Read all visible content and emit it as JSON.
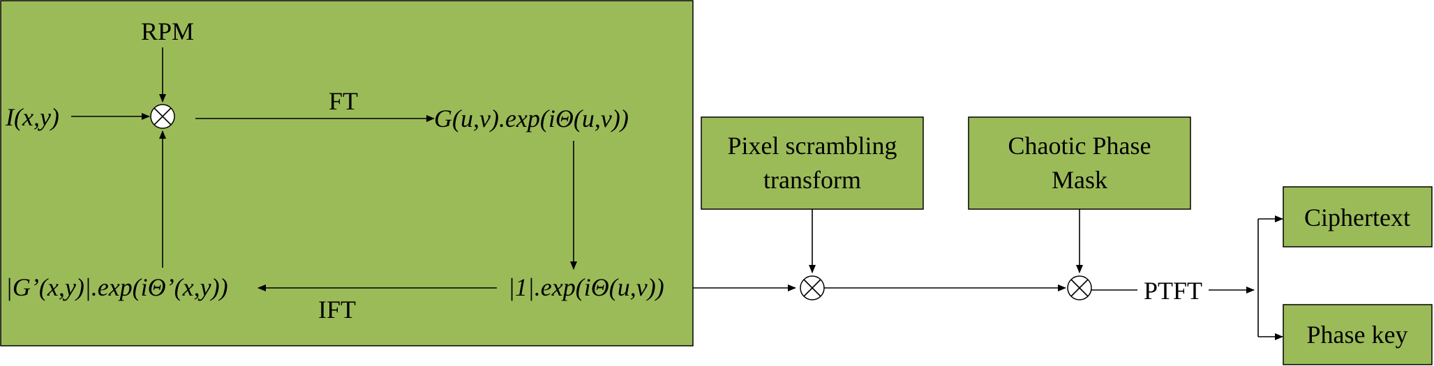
{
  "diagram": {
    "labels": {
      "rpm": "RPM",
      "input": "I(x,y)",
      "ft": "FT",
      "g_spectrum": "G(u,v).exp(iΘ(u,v))",
      "unit_amp": "|1|.exp(iΘ(u,v))",
      "ift": "IFT",
      "g_prime": "|G’(x,y)|.exp(iΘ’(x,y))",
      "ptft": "PTFT"
    },
    "boxes": {
      "pixel_scrambling": [
        "Pixel scrambling",
        "transform"
      ],
      "chaotic_phase_mask": [
        "Chaotic Phase",
        "Mask"
      ],
      "ciphertext": "Ciphertext",
      "phase_key": "Phase key"
    },
    "colors": {
      "box_fill": "#9bbb59",
      "stroke": "#000000"
    }
  }
}
